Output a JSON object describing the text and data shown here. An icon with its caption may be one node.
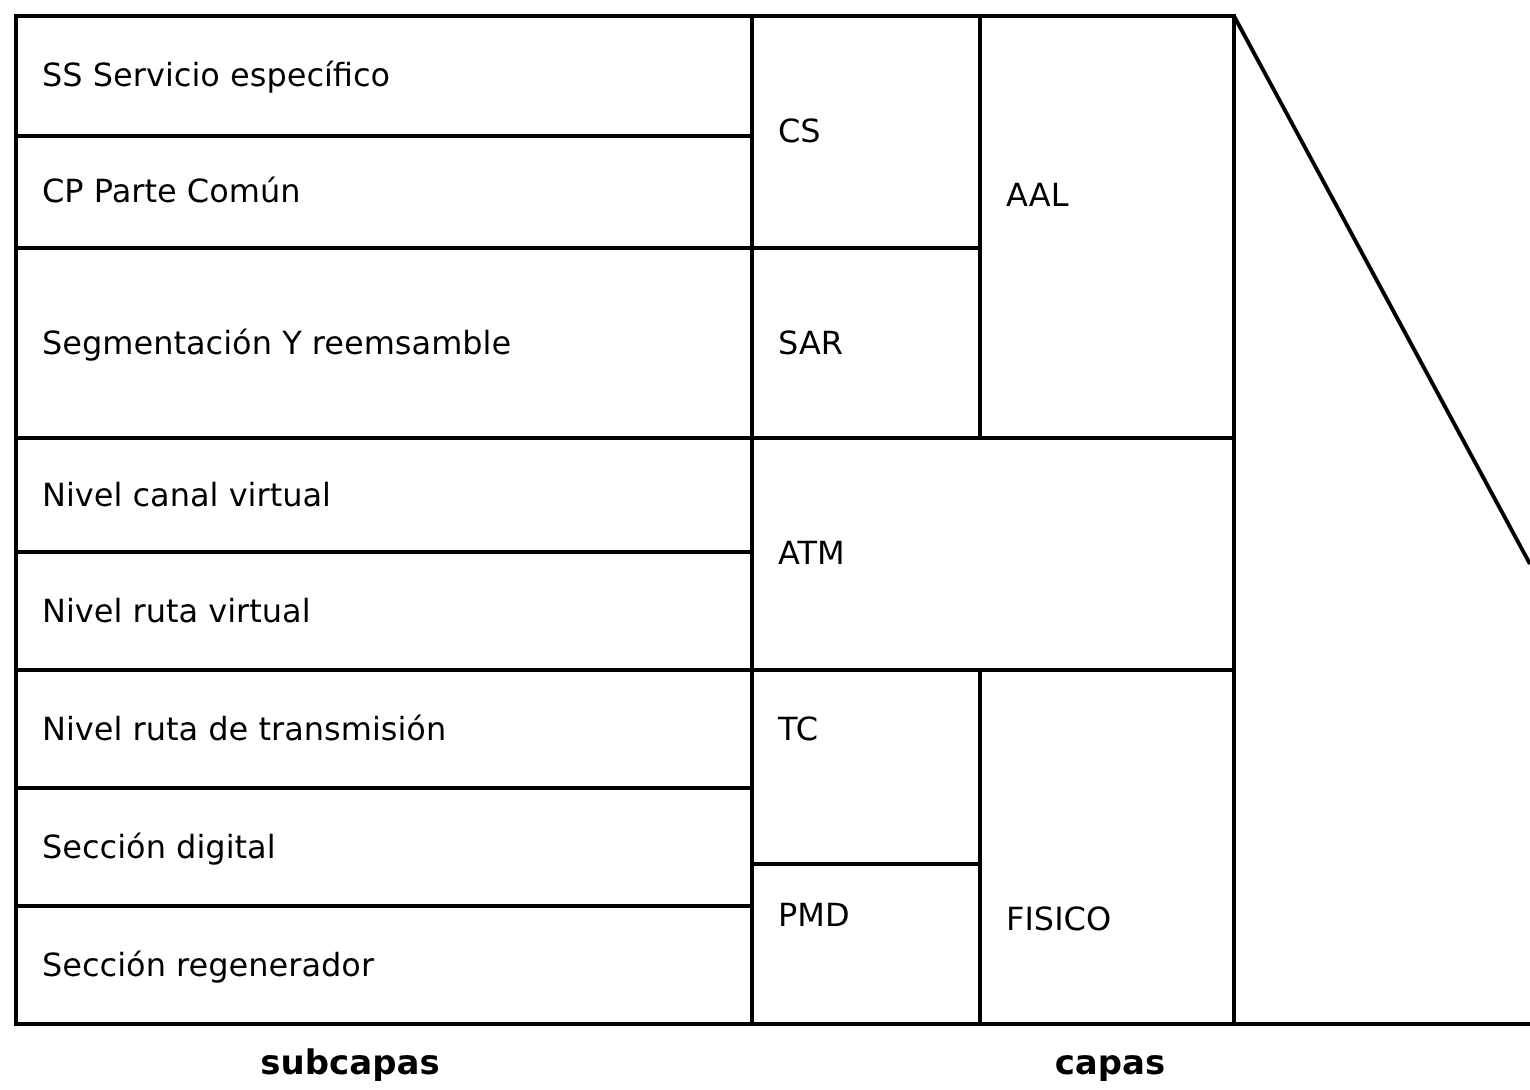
{
  "diagram": {
    "nodes": [
      {
        "text": [
          "SS Servicio específico"
        ]
      },
      {
        "text": [
          "CP Parte Común"
        ]
      },
      {
        "text": [
          "Segmentación Y reemsamble"
        ]
      },
      {
        "text": [
          "Nivel canal virtual"
        ]
      },
      {
        "text": [
          "Nivel ruta virtual"
        ]
      },
      {
        "text": [
          "Nivel ruta de transmisión"
        ]
      },
      {
        "text": [
          "Sección digital"
        ]
      },
      {
        "text": [
          "Sección regenerador"
        ]
      },
      {
        "text": [
          "CS"
        ]
      },
      {
        "text": [
          "SAR"
        ]
      },
      {
        "text": [
          "AAL"
        ]
      },
      {
        "text": [
          "ATM"
        ]
      },
      {
        "text": [
          "TC"
        ]
      },
      {
        "text": [
          "PMD"
        ]
      },
      {
        "text": [
          "FISICO"
        ]
      }
    ],
    "labels": [
      "subcapas",
      "capas"
    ]
  }
}
